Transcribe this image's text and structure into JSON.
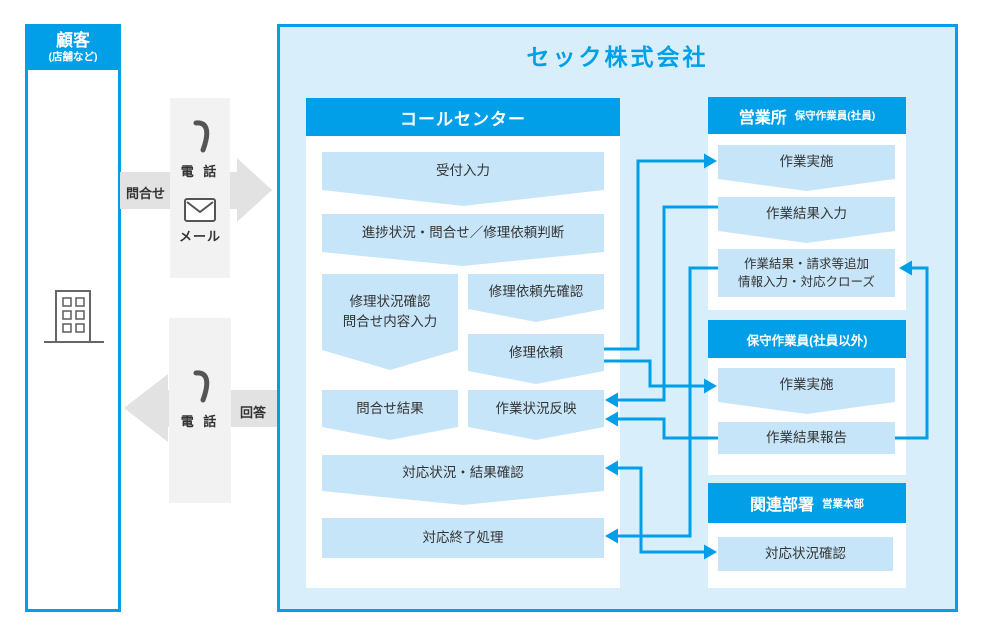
{
  "colors": {
    "accent": "#009FE8",
    "main_fill": "#D9EEFB",
    "box_fill": "#C7E5F8",
    "gray_box": "#F2F2F2",
    "gray_arrow": "#E2E2E2",
    "text": "#333333"
  },
  "customer": {
    "title": "顧客",
    "subtitle": "(店舗など)"
  },
  "contact_top": {
    "arrow_label": "問合せ",
    "phone_label": "電 話",
    "mail_label": "メール"
  },
  "contact_bottom": {
    "arrow_label": "回答",
    "phone_label": "電 話"
  },
  "company": {
    "title": "セック株式会社"
  },
  "callcenter": {
    "header": "コールセンター",
    "boxes": [
      {
        "id": "reception-input",
        "label": "受付入力"
      },
      {
        "id": "progress-inquiry-repair-judgment",
        "label": "進捗状況・問合せ／修理依頼判断"
      },
      {
        "id": "repair-status-inquiry-entry",
        "label": "修理状況確認\n問合せ内容入力"
      },
      {
        "id": "repair-destination-check",
        "label": "修理依頼先確認"
      },
      {
        "id": "repair-request",
        "label": "修理依頼"
      },
      {
        "id": "inquiry-result",
        "label": "問合せ結果"
      },
      {
        "id": "work-status-reflection",
        "label": "作業状況反映"
      },
      {
        "id": "response-status-result-check",
        "label": "対応状況・結果確認"
      },
      {
        "id": "response-end-processing",
        "label": "対応終了処理"
      }
    ]
  },
  "sales_office": {
    "header": "営業所",
    "header_sub": "保守作業員(社員)",
    "boxes": [
      {
        "id": "sales-work-execution",
        "label": "作業実施"
      },
      {
        "id": "sales-work-result-entry",
        "label": "作業結果入力"
      },
      {
        "id": "sales-work-close",
        "label": "作業結果・請求等追加\n情報入力・対応クローズ"
      }
    ]
  },
  "maintenance_external": {
    "header": "保守作業員(社員以外)",
    "boxes": [
      {
        "id": "external-work-execution",
        "label": "作業実施"
      },
      {
        "id": "external-work-result-report",
        "label": "作業結果報告"
      }
    ]
  },
  "related_dept": {
    "header": "関連部署",
    "header_sub": "営業本部",
    "boxes": [
      {
        "id": "related-response-status-check",
        "label": "対応状況確認"
      }
    ]
  },
  "connections": [
    {
      "from": "repair-request",
      "to": "sales-work-execution"
    },
    {
      "from": "repair-request",
      "to": "external-work-execution"
    },
    {
      "from": "sales-work-result-entry",
      "to": "work-status-reflection"
    },
    {
      "from": "external-work-result-report",
      "to": "work-status-reflection"
    },
    {
      "from": "sales-work-close",
      "to": "response-end-processing"
    },
    {
      "from": "sales-work-close",
      "to": "response-status-result-check"
    },
    {
      "from": "sales-work-close",
      "to": "related-response-status-check"
    },
    {
      "from": "external-work-result-report",
      "to": "sales-work-close"
    }
  ]
}
